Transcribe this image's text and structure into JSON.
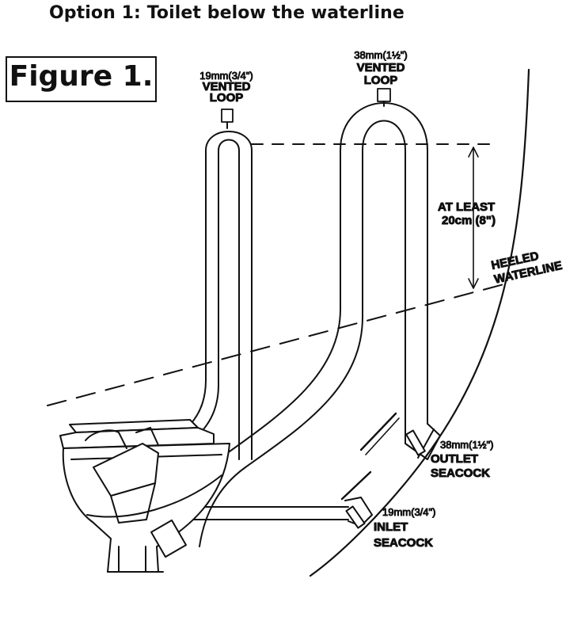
{
  "title": "Option 1: Toilet below the waterline",
  "figure_label": "Figure 1.",
  "labels": {
    "small_loop_size": "19mm(3/4\")",
    "small_loop_line1": "VENTED",
    "small_loop_line2": "LOOP",
    "large_loop_size": "38mm(1½\")",
    "large_loop_line1": "VENTED",
    "large_loop_line2": "LOOP",
    "height_line1": "AT LEAST",
    "height_line2": "20cm (8\")",
    "heeled_line1": "HEELED",
    "heeled_line2": "WATERLINE",
    "outlet_size": "38mm(1½\")",
    "outlet_line1": "OUTLET",
    "outlet_line2": "SEACOCK",
    "inlet_size": "19mm(3/4\")",
    "inlet_line1": "INLET",
    "inlet_line2": "SEACOCK"
  },
  "colors": {
    "ink": "#111111",
    "background": "#ffffff"
  }
}
